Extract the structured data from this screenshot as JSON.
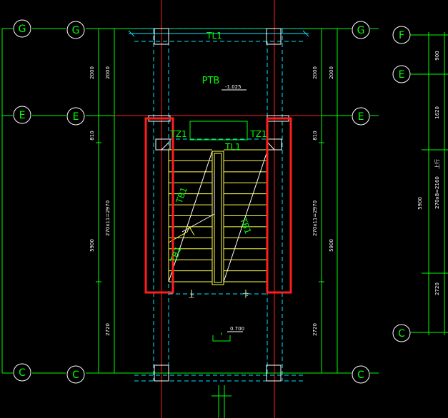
{
  "drawing": {
    "axis_labels": {
      "g": "G",
      "e": "E",
      "c": "C",
      "f": "F"
    },
    "annotations": {
      "tl1": "TL1",
      "ptb": "PTB",
      "level_top": "-1.025",
      "level_bottom": "0.700",
      "tz1": "TZ1",
      "tb1": "TB1",
      "up": "上",
      "down": "下",
      "up_right": "上行"
    },
    "dims_left": [
      "2000",
      "810",
      "270x11=2970",
      "5900",
      "2720"
    ],
    "dims_right": [
      "2000",
      "810",
      "270x11=2970",
      "5900",
      "2720"
    ],
    "dims_far": [
      "900",
      "1620",
      "270x8=2160",
      "5900",
      "2720"
    ],
    "colors": {
      "background": "#000000",
      "axis_green": "#00ff00",
      "dim_green": "#00ff00",
      "axis_red": "#ff2020",
      "dash_cyan": "#00e5ff",
      "stair_yellow": "#ffff44",
      "highlight": "#ff1e1e",
      "white": "#ffffff"
    }
  }
}
